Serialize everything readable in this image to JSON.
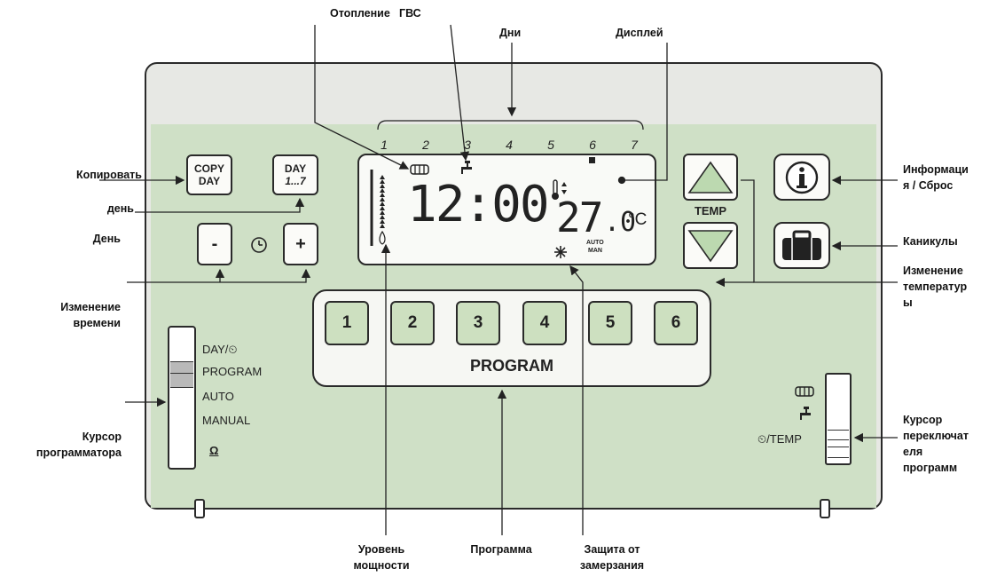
{
  "callouts": {
    "heating": "Отопление",
    "dhw": "ГВС",
    "days": "Дни",
    "display": "Дисплей",
    "copy": "Копировать",
    "day_lower": "день",
    "day_cap": "День",
    "time_change_1": "Изменение",
    "time_change_2": "времени",
    "cursor_prog_1": "Курсор",
    "cursor_prog_2": "программатора",
    "info_1": "Информаци",
    "info_2": "я / Сброс",
    "holidays": "Каникулы",
    "temp_change_1": "Изменение",
    "temp_change_2": "температур",
    "temp_change_3": "ы",
    "switch_1": "Курсор",
    "switch_2": "переключат",
    "switch_3": "еля",
    "switch_4": "программ",
    "power_1": "Уровень",
    "power_2": "мощности",
    "program": "Программа",
    "frost_1": "Защита от",
    "frost_2": "замерзания"
  },
  "buttons": {
    "copy_1": "COPY",
    "copy_2": "DAY",
    "day_1": "DAY",
    "day_2": "1...7",
    "minus": "-",
    "plus": "+",
    "temp": "TEMP"
  },
  "days": [
    "1",
    "2",
    "3",
    "4",
    "5",
    "6",
    "7"
  ],
  "display": {
    "time": "12:00",
    "temp_int": "27",
    "temp_dec": ".0",
    "unit": "°C",
    "auto": "AUTO",
    "man": "MAN"
  },
  "programs": [
    "1",
    "2",
    "3",
    "4",
    "5",
    "6"
  ],
  "program_label": "PROGRAM",
  "left_slider": [
    "DAY/⏲",
    "PROGRAM",
    "AUTO",
    "MANUAL",
    "Ω"
  ],
  "right_slider": {
    "temp": "⏲/TEMP"
  },
  "colors": {
    "panel": "#cfe0c6",
    "frame": "#e7e8e4",
    "button": "#cde0c0"
  },
  "icons": [
    "radiator-icon",
    "tap-icon",
    "clock-icon",
    "thermometer-icon",
    "snowflake-icon",
    "info-icon",
    "suitcase-icon",
    "arrow-up-icon",
    "arrow-down-icon"
  ]
}
